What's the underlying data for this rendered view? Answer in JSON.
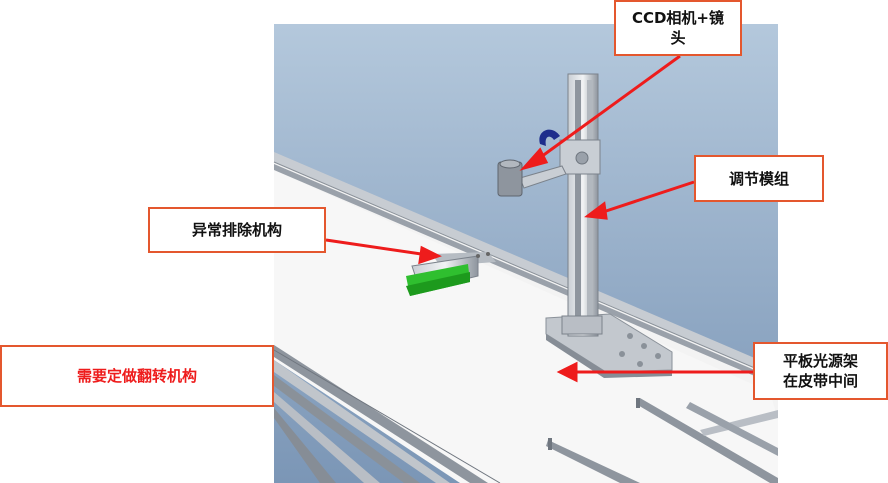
{
  "labels": {
    "ccd": [
      "CCD相机+镜",
      "头"
    ],
    "adjust": "调节模组",
    "reject": "异常排除机构",
    "flip": "需要定做翻转机构",
    "light": [
      "平板光源架",
      "在皮带中间"
    ]
  },
  "colors": {
    "callout_border": "#e4572e",
    "arrow": "#ee1c1c",
    "flip_text": "#ee1c1c",
    "sky_top": "#a9bfd6",
    "sky_bottom": "#7f99b8",
    "floor": "#f2f2f2",
    "frame": "#9aa1aa"
  }
}
